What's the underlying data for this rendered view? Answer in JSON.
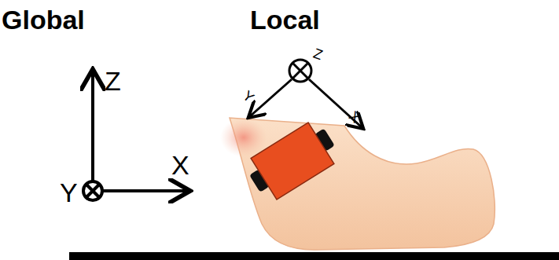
{
  "diagram": {
    "labels": [
      "Global",
      "Local",
      "Z",
      "Z",
      "Y",
      "X",
      "X",
      "Y"
    ]
  }
}
